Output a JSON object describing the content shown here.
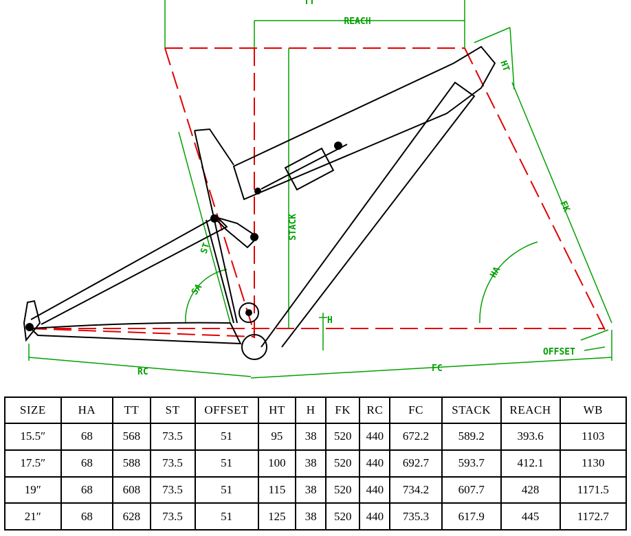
{
  "labels": {
    "tt": "TT",
    "reach": "REACH",
    "ht": "HT",
    "stack": "STACK",
    "fk": "FK",
    "st": "ST",
    "sa": "SA",
    "ha": "HA",
    "h": "H",
    "rc": "RC",
    "fc": "FC",
    "offset": "OFFSET"
  },
  "table": {
    "headers": [
      "SIZE",
      "HA",
      "TT",
      "ST",
      "OFFSET",
      "HT",
      "H",
      "FK",
      "RC",
      "FC",
      "STACK",
      "REACH",
      "WB"
    ],
    "rows": [
      [
        "15.5″",
        "68",
        "568",
        "73.5",
        "51",
        "95",
        "38",
        "520",
        "440",
        "672.2",
        "589.2",
        "393.6",
        "1103"
      ],
      [
        "17.5″",
        "68",
        "588",
        "73.5",
        "51",
        "100",
        "38",
        "520",
        "440",
        "692.7",
        "593.7",
        "412.1",
        "1130"
      ],
      [
        "19″",
        "68",
        "608",
        "73.5",
        "51",
        "115",
        "38",
        "520",
        "440",
        "734.2",
        "607.7",
        "428",
        "1171.5"
      ],
      [
        "21″",
        "68",
        "628",
        "73.5",
        "51",
        "125",
        "38",
        "520",
        "440",
        "735.3",
        "617.9",
        "445",
        "1172.7"
      ]
    ]
  },
  "colors": {
    "frame": "#000000",
    "geometry": "#e00000",
    "dimension": "#00a000"
  }
}
